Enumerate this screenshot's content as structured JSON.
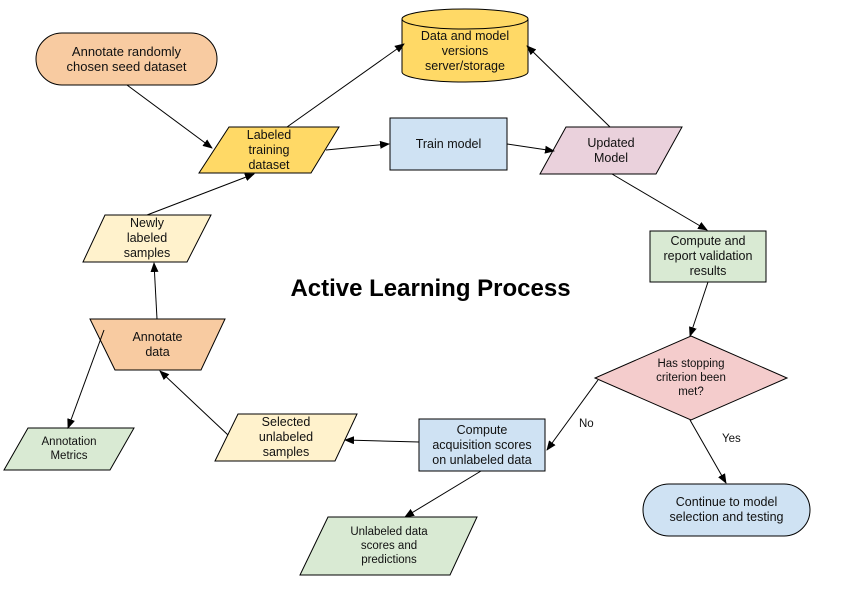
{
  "title": "Active Learning Process",
  "colors": {
    "orange": "#f8cba1",
    "yellow_bright": "#ffd966",
    "yellow_light": "#fff2cc",
    "blue": "#cfe2f3",
    "pink": "#ead1dc",
    "green": "#d9ead3",
    "red": "#f4cccc",
    "stroke": "#000000"
  },
  "nodes": {
    "seed": "Annotate randomly\nchosen seed dataset",
    "storage": "Data and model\nversions\nserver/storage",
    "labeled": "Labeled\ntraining\ndataset",
    "train": "Train model",
    "updated": "Updated\nModel",
    "newly": "Newly\nlabeled\nsamples",
    "validation": "Compute and\nreport validation\nresults",
    "annotate": "Annotate\ndata",
    "stopping": "Has stopping\ncriterion been\nmet?",
    "metrics": "Annotation\nMetrics",
    "selected": "Selected\nunlabeled\nsamples",
    "acquisition": "Compute\nacquisition scores\non unlabeled data",
    "continue": "Continue to model\nselection and testing",
    "unlabeled_scores": "Unlabeled data\nscores and\npredictions"
  },
  "edge_labels": {
    "no": "No",
    "yes": "Yes"
  }
}
